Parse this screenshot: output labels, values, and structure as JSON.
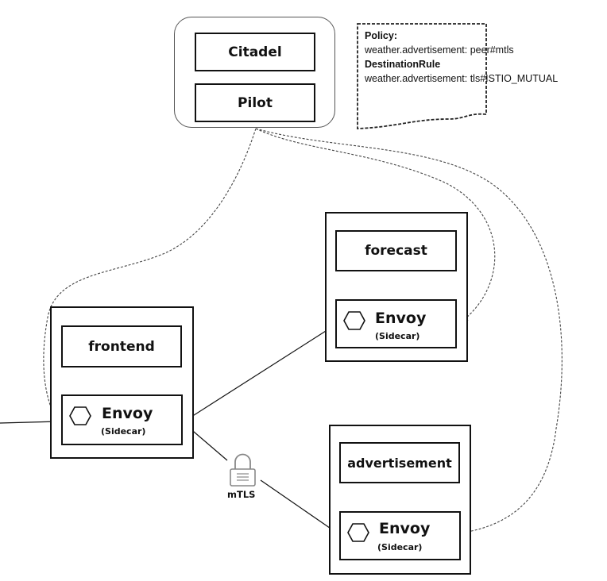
{
  "control_plane": {
    "citadel_label": "Citadel",
    "pilot_label": "Pilot"
  },
  "policy_note": {
    "policy_heading": "Policy:",
    "policy_value": "weather.advertisement: peer#mtls",
    "destination_rule_heading": "DestinationRule",
    "destination_rule_value": "weather.advertisement: tls#ISTIO_MUTUAL"
  },
  "services": {
    "frontend": {
      "label": "frontend",
      "proxy_title": "Envoy",
      "proxy_subtitle": "(Sidecar)"
    },
    "forecast": {
      "label": "forecast",
      "proxy_title": "Envoy",
      "proxy_subtitle": "(Sidecar)"
    },
    "advertisement": {
      "label": "advertisement",
      "proxy_title": "Envoy",
      "proxy_subtitle": "(Sidecar)"
    }
  },
  "connection": {
    "mtls_label": "mTLS"
  },
  "icons": [
    "hexagon-icon",
    "padlock-icon"
  ]
}
